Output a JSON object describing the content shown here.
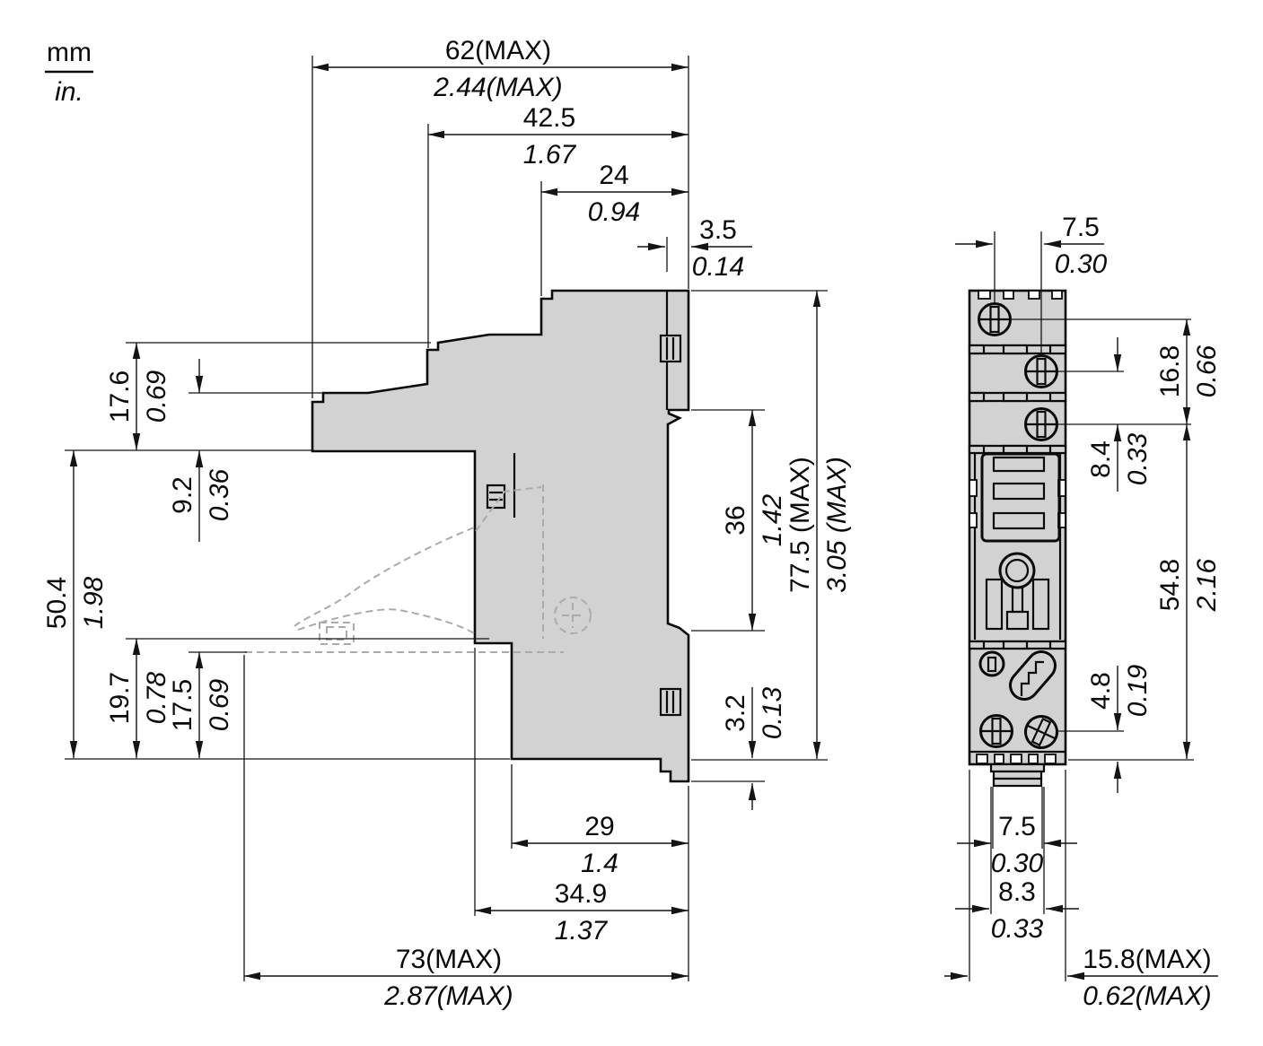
{
  "legend": {
    "mm": "mm",
    "inch": "in."
  },
  "colors": {
    "body_fill": "#d2d2d2",
    "line": "#0a0a0a",
    "dashed_outline": "#ababab",
    "background": "#ffffff"
  },
  "side_view": {
    "w62": {
      "mm": "62(MAX)",
      "inch": "2.44(MAX)"
    },
    "w425": {
      "mm": "42.5",
      "inch": "1.67"
    },
    "w24": {
      "mm": "24",
      "inch": "0.94"
    },
    "w35": {
      "mm": "3.5",
      "inch": "0.14"
    },
    "h176": {
      "mm": "17.6",
      "inch": "0.69"
    },
    "h92": {
      "mm": "9.2",
      "inch": "0.36"
    },
    "h504": {
      "mm": "50.4",
      "inch": "1.98"
    },
    "h197": {
      "mm": "19.7",
      "inch": "0.78"
    },
    "h175": {
      "mm": "17.5",
      "inch": "0.69"
    },
    "h36": {
      "mm": "36",
      "inch": "1.42"
    },
    "h775": {
      "mm": "77.5 (MAX)",
      "inch": "3.05 (MAX)"
    },
    "h32": {
      "mm": "3.2",
      "inch": "0.13"
    },
    "w29": {
      "mm": "29",
      "inch": "1.4"
    },
    "w349": {
      "mm": "34.9",
      "inch": "1.37"
    },
    "w73": {
      "mm": "73(MAX)",
      "inch": "2.87(MAX)"
    }
  },
  "front_view": {
    "w75top": {
      "mm": "7.5",
      "inch": "0.30"
    },
    "h168": {
      "mm": "16.8",
      "inch": "0.66"
    },
    "h84": {
      "mm": "8.4",
      "inch": "0.33"
    },
    "h548": {
      "mm": "54.8",
      "inch": "2.16"
    },
    "h48": {
      "mm": "4.8",
      "inch": "0.19"
    },
    "w75bottom": {
      "mm": "7.5",
      "inch": "0.30"
    },
    "w83": {
      "mm": "8.3",
      "inch": "0.33"
    },
    "w158": {
      "mm": "15.8(MAX)",
      "inch": "0.62(MAX)"
    }
  }
}
